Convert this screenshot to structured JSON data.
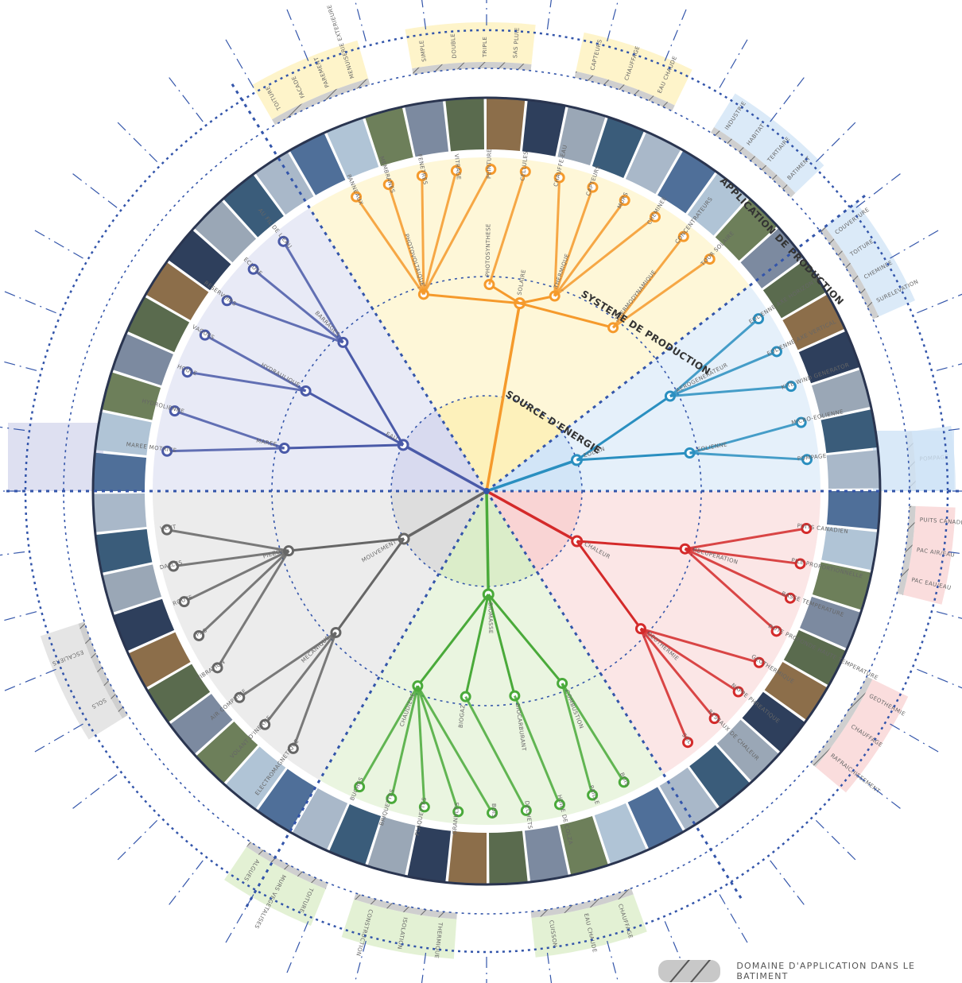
{
  "rings": {
    "source": "SOURCE D'ENERGIE",
    "system": "SYSTEME DE PRODUCTION",
    "application": "APPLICATION DE PRODUCTION"
  },
  "legend": {
    "label": "DOMAINE D'APPLICATION DANS LE BATIMENT"
  },
  "colors": {
    "solaire": "#f59a2c",
    "eolien": "#2a8fc0",
    "eau": "#4a5aa8",
    "mouvement": "#666666",
    "vegetal": "#4aaa3a",
    "chaleur": "#d42a2a",
    "ring": "#3355aa",
    "hatch": "#9a9a9a"
  },
  "sectors": [
    {
      "id": "solaire",
      "source": "SOLAIRE",
      "systems": [
        {
          "label": "PHOTOVOLTAIQUE",
          "apps": [
            "PANNEAUX",
            "MEMBRANES",
            "FENETRES",
            "VITRAGE",
            "PEINTURE"
          ]
        },
        {
          "label": "PHOTOSYNTHESE",
          "apps": [
            "CELLULES"
          ]
        },
        {
          "label": "THERMIQUE",
          "apps": [
            "CHAUFFE-EAU",
            "CAPTEURS",
            "MURS",
            "CHEMINEE"
          ]
        },
        {
          "label": "THERMODYNAMIQUE",
          "apps": [
            "CONCENTRATEURS",
            "TOUR SOLAIRE"
          ]
        }
      ]
    },
    {
      "id": "eolien",
      "source": "EOLIEN",
      "systems": [
        {
          "label": "AEROGENERATEUR",
          "apps": [
            "EOLIENNE AXE HORIZONTAL",
            "EOLIENNE AXE VERTICAL",
            "KITE WIND GENERATOR"
          ]
        },
        {
          "label": "EOLIENNE",
          "apps": [
            "MICRO-EOLIENNE",
            "POMPAGE"
          ]
        }
      ]
    },
    {
      "id": "eau",
      "source": "EAU",
      "systems": [
        {
          "label": "MAREE",
          "apps": [
            "MAREE MOTRICE",
            "HYDROLIENNE"
          ]
        },
        {
          "label": "HYDRAULIQUE",
          "apps": [
            "HOULE",
            "VAGUES"
          ]
        },
        {
          "label": "BARRAGES",
          "apps": [
            "RESERVOIRS",
            "ECLUSE",
            "AU FIL DE L'EAU"
          ]
        }
      ]
    },
    {
      "id": "mouvement",
      "source": "MOUVEMENT",
      "systems": [
        {
          "label": "MECANIQUE",
          "apps": [
            "ELECTROMAGNETIQUE",
            "VOLANT D'INERTIE",
            "AIR COMPRIME"
          ]
        },
        {
          "label": "PIEZO",
          "apps": [
            "VIBRATION",
            "PAS",
            "ROUTE",
            "DALLES",
            "VENT"
          ]
        }
      ]
    },
    {
      "id": "vegetal",
      "source": "BIOMASSE",
      "systems": [
        {
          "label": "COMBUSTION",
          "apps": [
            "BOIS",
            "PAILLE"
          ]
        },
        {
          "label": "BIOCARBURANT",
          "apps": [
            "HUILE DE COLZA"
          ]
        },
        {
          "label": "BIOGAZ",
          "apps": [
            "DECHETS"
          ]
        },
        {
          "label": "CHAUDIERE",
          "apps": [
            "BOIS",
            "GRANULES",
            "PLAQUETTES",
            "BRIQUETTES",
            "BUCHES"
          ]
        }
      ]
    },
    {
      "id": "chaleur",
      "source": "CHALEUR",
      "systems": [
        {
          "label": "RECUPERATION",
          "apps": [
            "PUITS CANADIEN",
            "PILE PROPORTIONNELLE",
            "BASSE TEMPERATURE",
            "DOTE PROFONDE HAUTE TEMPERATURE"
          ]
        },
        {
          "label": "GEOTHERMIE",
          "apps": [
            "GEOTHERMIQUE",
            "NAPPE PHREATIQUE",
            "RESEAUX DE CHALEUR",
            "SOL"
          ]
        }
      ]
    }
  ],
  "domains": [
    {
      "sector": "solaire",
      "labels": [
        "TOITURE",
        "FACADE",
        "PAREMENT",
        "MENUISERIE EXTERIEURE"
      ]
    },
    {
      "sector": "solaire",
      "labels": [
        "SIMPLE",
        "DOUBLE",
        "TRIPLE",
        "SAS PLUIE"
      ]
    },
    {
      "sector": "solaire",
      "labels": [
        "CAPTEURS",
        "CHAUFFAGE",
        "EAU CHAUDE"
      ]
    },
    {
      "sector": "eolien",
      "labels": [
        "INDUSTRIE",
        "HABITAT",
        "TERTIAIRE",
        "BATIMENT"
      ]
    },
    {
      "sector": "eolien",
      "labels": [
        "COUVERTURE",
        "TOITURE",
        "CHEMINEE",
        "SURELEVATION"
      ]
    },
    {
      "sector": "eolien",
      "labels": [
        "POMPAGE"
      ]
    },
    {
      "sector": "chaleur",
      "labels": [
        "PUITS CANADIEN",
        "PAC AIR/EAU",
        "PAC EAU/EAU"
      ]
    },
    {
      "sector": "chaleur",
      "labels": [
        "GEOTHERMIE",
        "CHAUFFAGE",
        "RAFRAICHISSEMENT"
      ]
    },
    {
      "sector": "vegetal",
      "labels": [
        "CHAUFFAGE",
        "EAU CHAUDE",
        "CUISSON"
      ]
    },
    {
      "sector": "vegetal",
      "labels": [
        "THERMIQUE",
        "ISOLATION",
        "CONSTRUCTION"
      ]
    },
    {
      "sector": "vegetal",
      "labels": [
        "TOITURE",
        "MURS VEGETALISES",
        "ALGUES"
      ]
    },
    {
      "sector": "mouvement",
      "labels": [
        "SOLS",
        "ESCALIERS"
      ]
    }
  ]
}
